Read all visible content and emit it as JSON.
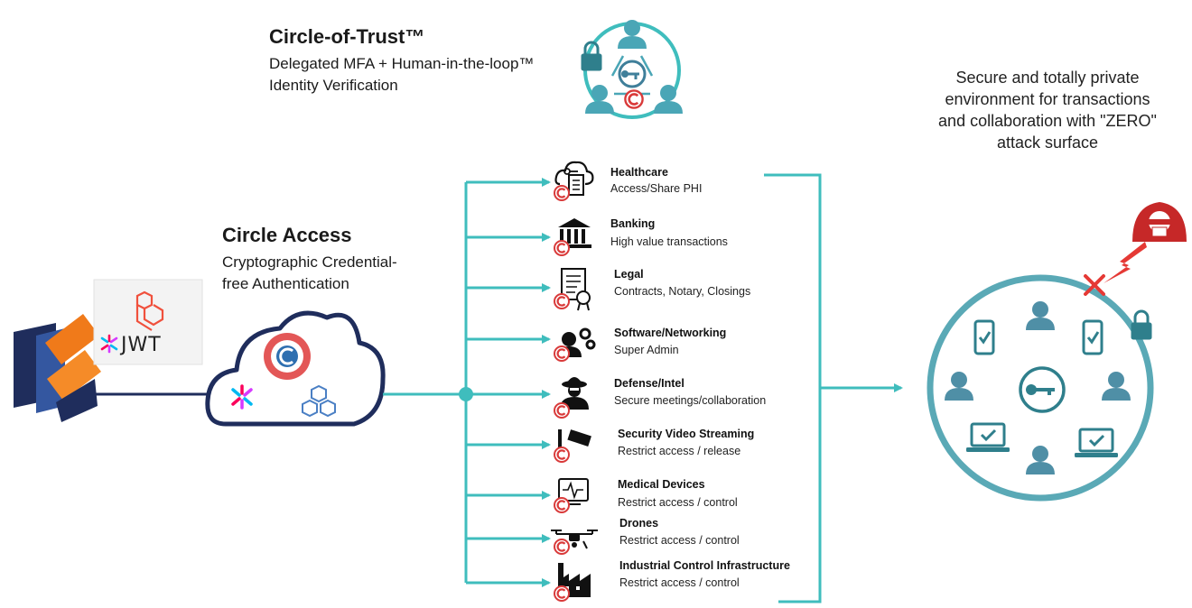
{
  "circle_of_trust": {
    "title": "Circle-of-Trust™",
    "line1": "Delegated MFA + Human-in-the-loop™",
    "line2": "Identity Verification"
  },
  "circle_access": {
    "title": "Circle Access",
    "line1": "Cryptographic Credential-",
    "line2": "free Authentication"
  },
  "jwt_badge": {
    "label": "JWT"
  },
  "secure_env": {
    "line1": "Secure and totally private",
    "line2": "environment for transactions",
    "line3": "and collaboration with \"ZERO\"",
    "line4": "attack surface"
  },
  "use_cases": [
    {
      "title": "Healthcare",
      "subtitle": "Access/Share PHI",
      "icon": "cloud-document-icon"
    },
    {
      "title": "Banking",
      "subtitle": "High value transactions",
      "icon": "bank-icon"
    },
    {
      "title": "Legal",
      "subtitle": "Contracts, Notary, Closings",
      "icon": "certificate-icon"
    },
    {
      "title": "Software/Networking",
      "subtitle": "Super Admin",
      "icon": "admin-gears-icon"
    },
    {
      "title": "Defense/Intel",
      "subtitle": "Secure meetings/collaboration",
      "icon": "spy-icon"
    },
    {
      "title": "Security Video Streaming",
      "subtitle": "Restrict access / release",
      "icon": "cctv-camera-icon"
    },
    {
      "title": "Medical  Devices",
      "subtitle": "Restrict access / control",
      "icon": "medical-monitor-icon"
    },
    {
      "title": "Drones",
      "subtitle": "Restrict access / control",
      "icon": "drone-icon"
    },
    {
      "title": "Industrial Control Infrastructure",
      "subtitle": "Restrict access / control",
      "icon": "factory-icon"
    }
  ],
  "colors": {
    "teal": "#3fbdbd",
    "dark_teal": "#2f7f8c",
    "circle_red": "#d93a3a",
    "orange": "#f07a1a",
    "navy": "#1f2d5c",
    "hacker_red": "#c62828"
  }
}
